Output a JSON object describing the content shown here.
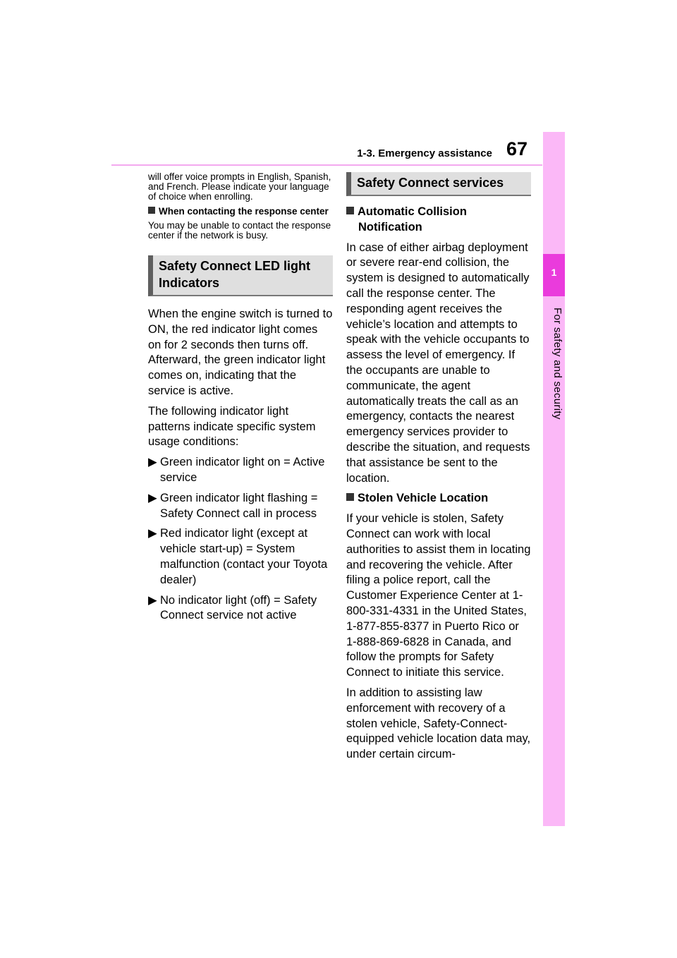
{
  "header": {
    "section": "1-3. Emergency assistance",
    "page_number": "67"
  },
  "side_tab": {
    "number": "1",
    "title": "For safety and security"
  },
  "left_column": {
    "intro": "will offer voice prompts in English, Spanish, and French. Please indicate your language of choice when enrolling.",
    "note_heading": "When contacting the response center",
    "note_text": "You may be unable to contact the response center if the network is busy.",
    "section_title": "Safety Connect LED light Indicators",
    "para1": "When the engine switch is turned to ON, the red indicator light comes on for 2 seconds then turns off. Afterward, the green indicator light comes on, indicating that the service is active.",
    "para2": "The following indicator light patterns indicate specific system usage conditions:",
    "bullets": [
      "Green indicator light on = Active service",
      "Green indicator light flashing = Safety Connect call in process",
      "Red indicator light (except at vehicle start-up) = System malfunction (contact your Toyota dealer)",
      "No indicator light (off) = Safety Connect service not active"
    ]
  },
  "right_column": {
    "section_title": "Safety Connect services",
    "sub1_title": "Automatic Collision Notification",
    "sub1_text": "In case of either airbag deployment or severe rear-end collision, the system is designed to automatically call the response center. The responding agent receives the vehicle’s location and attempts to speak with the vehicle occupants to assess the level of emergency. If the occupants are unable to communicate, the agent automatically treats the call as an emergency, contacts the nearest emergency services provider to describe the situation, and requests that assistance be sent to the location.",
    "sub2_title": "Stolen Vehicle Location",
    "sub2_text1": "If your vehicle is stolen, Safety Connect can work with local authorities to assist them in locating and recovering the vehicle. After filing a police report, call the Customer Experience Center at 1-800-331-4331 in the United States, 1-877-855-8377 in Puerto Rico or 1-888-869-6828 in Canada, and follow the prompts for Safety Connect to initiate this service.",
    "sub2_text2": "In addition to assisting law enforcement with recovery of a stolen vehicle, Safety-Connect-equipped vehicle location data may, under certain circum-"
  },
  "colors": {
    "tab_light": "#fbb8f7",
    "tab_dark": "#ea3bdc",
    "header_rule": "#f3a9ef",
    "section_bg": "#dfdfdf"
  },
  "icons": {
    "bullet": "triangle-right-icon",
    "sub_marker": "square-icon"
  }
}
